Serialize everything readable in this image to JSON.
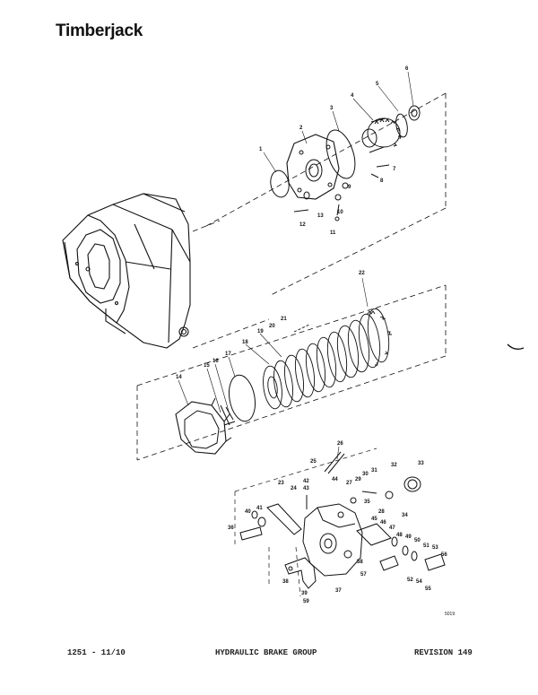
{
  "header": {
    "brand": "Timberjack"
  },
  "footer": {
    "left": "1251 - 11/10",
    "center": "HYDRAULIC BRAKE GROUP",
    "right": "REVISION 149"
  },
  "drawing_number": "5019",
  "callouts": [
    "1",
    "2",
    "3",
    "4",
    "5",
    "6",
    "7",
    "8",
    "9",
    "10",
    "11",
    "12",
    "13",
    "14",
    "15",
    "16",
    "17",
    "18",
    "19",
    "20",
    "21",
    "22",
    "23",
    "24",
    "25",
    "26",
    "27",
    "28",
    "29",
    "30",
    "31",
    "32",
    "33",
    "34",
    "35",
    "36",
    "37",
    "38",
    "39",
    "40",
    "41",
    "42",
    "43",
    "44",
    "45",
    "46",
    "47",
    "48",
    "49",
    "50",
    "51",
    "52",
    "53",
    "54",
    "55",
    "56",
    "57",
    "58",
    "59"
  ]
}
